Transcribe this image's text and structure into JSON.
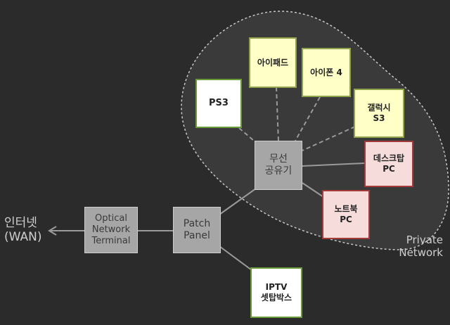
{
  "nodes": {
    "internet": "인터넷\n(WAN)",
    "optical_terminal": "Optical\nNetwork\nTerminal",
    "patch_panel": "Patch\nPanel",
    "wireless_router": "무선\n공유기",
    "ps3": "PS3",
    "ipad": "아이패드",
    "iphone4": "아이폰 4",
    "galaxy_s3": "갤럭시\nS3",
    "desktop_pc": "데스크탑\nPC",
    "laptop_pc": "노트북\nPC",
    "iptv_settop": "IPTV\n셋탑박스"
  },
  "private_network_label": "Private\nNetwork",
  "colors": {
    "background": "#2b2b2b",
    "gray_box": "#a6a6a6",
    "wireless_device_fill": "#ffffc8",
    "wireless_device_border": "#8fa34a",
    "wired_device_fill": "#f7dcdc",
    "wired_device_border": "#a33b3b",
    "settop_border": "#6a9a3a",
    "line": "#9a9a9a"
  }
}
